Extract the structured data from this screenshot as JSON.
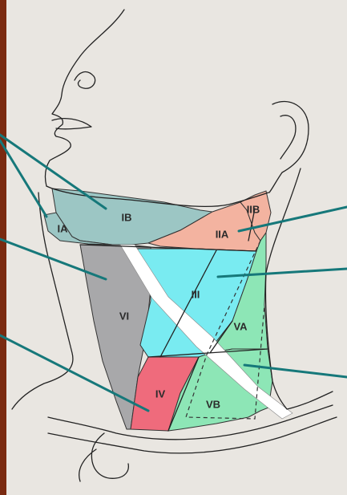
{
  "diagram": {
    "regions": [
      {
        "id": "IA",
        "label": "IA",
        "color": "#9cc6c4"
      },
      {
        "id": "IB",
        "label": "IB",
        "color": "#9cc6c4"
      },
      {
        "id": "IIA",
        "label": "IIA",
        "color": "#f3b3a0"
      },
      {
        "id": "IIB",
        "label": "IIB",
        "color": "#f3b3a0"
      },
      {
        "id": "III",
        "label": "III",
        "color": "#79ebf1"
      },
      {
        "id": "IV",
        "label": "IV",
        "color": "#ef6b7c"
      },
      {
        "id": "VA",
        "label": "VA",
        "color": "#8de6b6"
      },
      {
        "id": "VB",
        "label": "VB",
        "color": "#8de6b6"
      },
      {
        "id": "VI",
        "label": "VI",
        "color": "#a8a8aa"
      }
    ],
    "pointer_color": "#16787a",
    "left_strip_color": "#7a2a10",
    "background_color": "#e9e6e1"
  }
}
